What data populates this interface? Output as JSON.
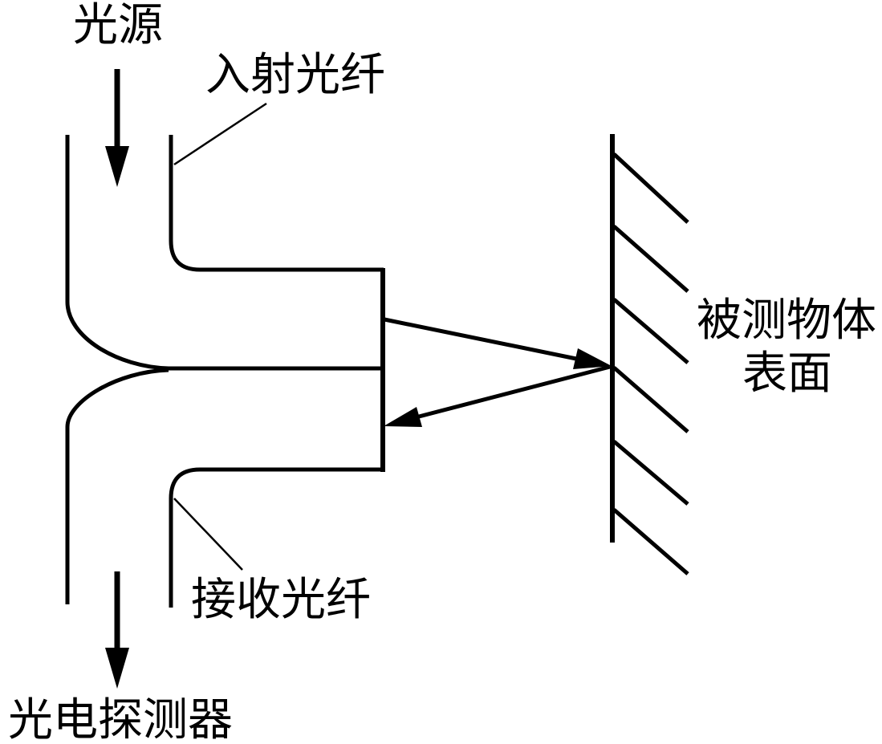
{
  "figure": {
    "labels": {
      "light_source": "光源",
      "incident_fiber": "入射光纤",
      "measured_object_line1": "被测物体",
      "measured_object_line2": "表面",
      "receiving_fiber": "接收光纤",
      "photodetector": "光电探测器"
    },
    "colors": {
      "line": "#000000",
      "background": "#ffffff"
    }
  }
}
